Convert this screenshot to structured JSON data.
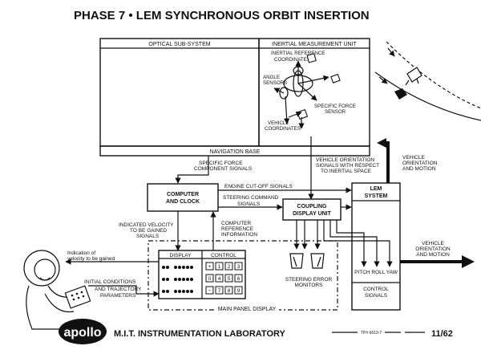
{
  "title": "PHASE 7 • LEM SYNCHRONOUS ORBIT INSERTION",
  "blocks": {
    "optical": "OPTICAL SUB-SYSTEM",
    "imu": "INERTIAL MEASUREMENT UNIT",
    "nav_base": "NAVIGATION BASE",
    "computer": [
      "COMPUTER",
      "AND CLOCK"
    ],
    "coupling": [
      "COUPLING",
      "DISPLAY UNIT"
    ],
    "lem": [
      "LEM",
      "SYSTEM"
    ],
    "control_signals": [
      "CONTROL",
      "SIGNALS"
    ],
    "pitch_roll_yaw": "PITCH ROLL YAW",
    "main_panel": "MAIN PANEL DISPLAY",
    "display": "DISPLAY",
    "control": "CONTROL"
  },
  "imu_labels": {
    "inertial_ref": [
      "INERTIAL REFERENCE",
      "COORDINATES"
    ],
    "angle_sensors": [
      "ANGLE",
      "SENSORS"
    ],
    "specific_force": [
      "SPECIFIC FORCE",
      "SENSOR"
    ],
    "vehicle_coords": [
      "VEHICLE",
      "COORDINATES"
    ]
  },
  "signals": {
    "specific_force_component": [
      "SPECIFIC FORCE",
      "COMPONENT SIGNALS"
    ],
    "vehicle_orientation_signals": [
      "VEHICLE ORIENTATION",
      "SIGNALS WITH RESPECT",
      "TO INERTIAL SPACE"
    ],
    "vehicle_orientation_motion_top": [
      "VEHICLE",
      "ORIENTATION",
      "AND MOTION"
    ],
    "vehicle_orientation_motion_right": [
      "VEHICLE",
      "ORIENTATION",
      "AND MOTION"
    ],
    "engine_cutoff": "ENGINE CUT-OFF SIGNALS",
    "steering_command": [
      "STEERING COMMAND",
      "SIGNALS"
    ],
    "indicated_velocity": [
      "INDICATED VELOCITY",
      "TO BE GAINED",
      "SIGNALS"
    ],
    "computer_reference": [
      "COMPUTER",
      "REFERENCE",
      "INFORMATION"
    ],
    "steering_error": [
      "STEERING ERROR",
      "MONITORS"
    ],
    "indication_velocity": [
      "Indication of",
      "velocity to be gained"
    ],
    "initial_conditions": [
      "INITIAL CONDITIONS",
      "AND TRAJECTORY",
      "PARAMETERS"
    ]
  },
  "keypad_keys": [
    "+",
    "1",
    "2",
    "3",
    "0",
    "4",
    "5",
    "6",
    "−",
    "7",
    "8",
    "9"
  ],
  "footer": {
    "logo": "apollo",
    "lab": "M.I.T. INSTRUMENTATION LABORATORY",
    "tp": "TP# 6613-7",
    "date": "11/62"
  }
}
